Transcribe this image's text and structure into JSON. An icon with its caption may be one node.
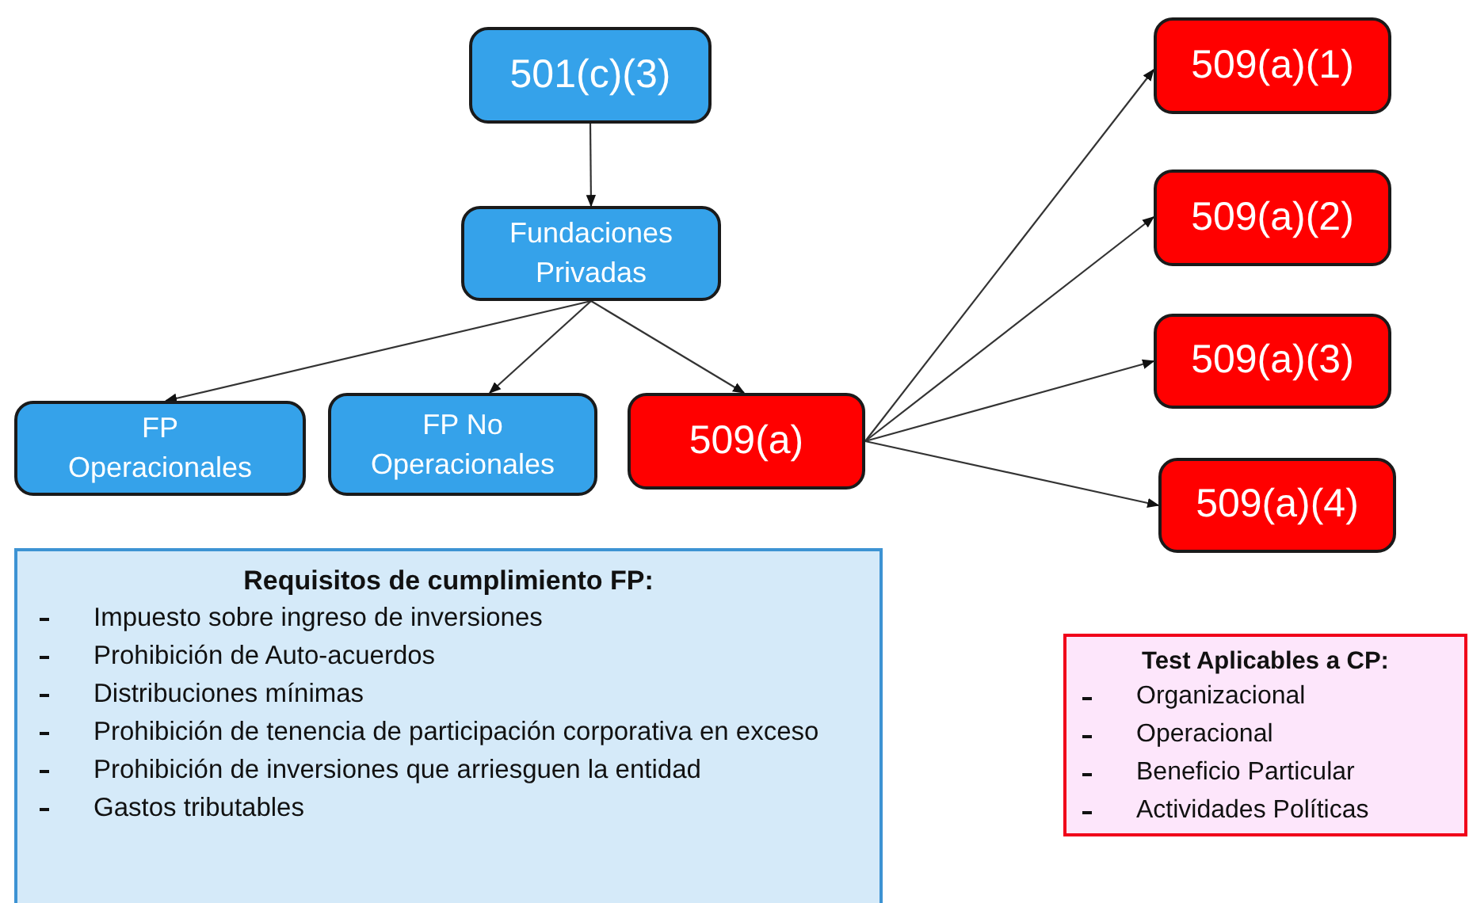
{
  "diagram": {
    "nodes": [
      {
        "text": [
          "501(c)(3)"
        ]
      },
      {
        "text": [
          "Fundaciones Privadas"
        ]
      },
      {
        "text": [
          "FP Operacionales"
        ]
      },
      {
        "text": [
          "FP No Operacionales"
        ]
      },
      {
        "text": [
          "509(a)"
        ]
      },
      {
        "text": [
          "509(a)(1)"
        ]
      },
      {
        "text": [
          "509(a)(2)"
        ]
      },
      {
        "text": [
          "509(a)(3)"
        ]
      },
      {
        "text": [
          "509(a)(4)"
        ]
      },
      {
        "text": [
          "Requisitos de cumplimiento FP:",
          "Impuesto sobre ingreso de inversiones",
          "Prohibición de Auto-acuerdos",
          "Distribuciones mínimas",
          "Prohibición de tenencia de participación corporativa en exceso",
          "Prohibición de inversiones que arriesguen la entidad",
          "Gastos tributables"
        ]
      },
      {
        "text": [
          "Test Aplicables a CP:",
          "Organizacional",
          "Operacional",
          "Beneficio Particular",
          "Actividades Políticas"
        ]
      }
    ],
    "edges": [
      {
        "from": 0,
        "to": 1,
        "arrow": "to"
      },
      {
        "from": 1,
        "to": 2,
        "arrow": "to"
      },
      {
        "from": 1,
        "to": 3,
        "arrow": "to"
      },
      {
        "from": 1,
        "to": 4,
        "arrow": "to"
      },
      {
        "from": 4,
        "to": 5,
        "arrow": "to"
      },
      {
        "from": 4,
        "to": 6,
        "arrow": "to"
      },
      {
        "from": 4,
        "to": 7,
        "arrow": "to"
      },
      {
        "from": 4,
        "to": 8,
        "arrow": "to"
      }
    ]
  }
}
